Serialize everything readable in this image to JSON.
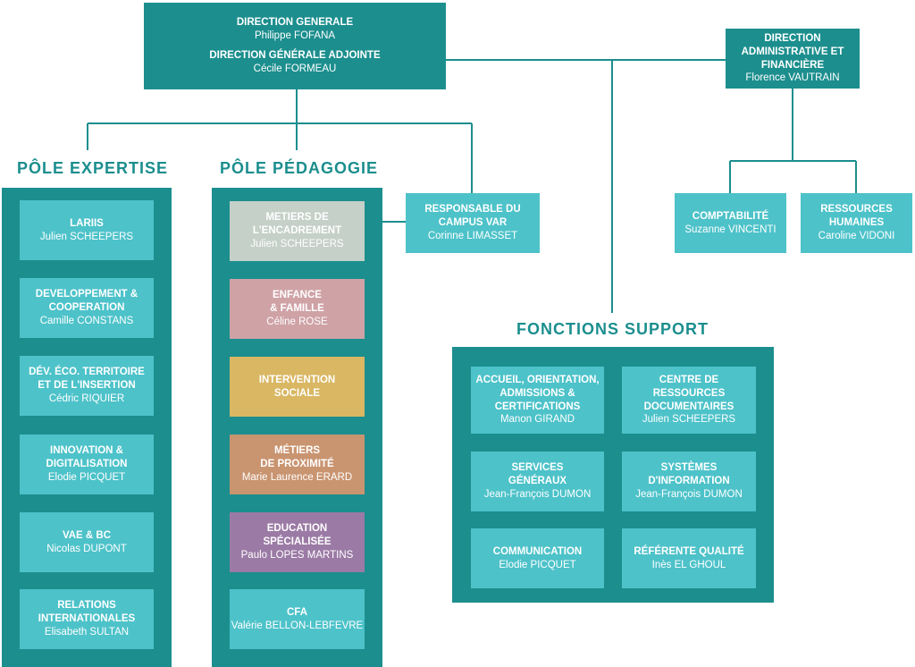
{
  "colors": {
    "dark_teal": "#1c8e8e",
    "light_teal": "#4dc2c9",
    "encadrement": "#c5d0c9",
    "enfance": "#cfa2a6",
    "intervention": "#d9b763",
    "proximite": "#c99470",
    "education": "#9b7aa5"
  },
  "top": {
    "direction_generale": {
      "title": "DIRECTION GENERALE",
      "name": "Philippe FOFANA"
    },
    "direction_adjointe": {
      "title": "DIRECTION GÉNÉRALE ADJOINTE",
      "name": "Cécile FORMEAU"
    },
    "daf": {
      "title": "DIRECTION\nADMINISTRATIVE ET\nFINANCIÈRE",
      "name": "Florence VAUTRAIN"
    }
  },
  "pole_expertise": {
    "heading": "PÔLE EXPERTISE",
    "items": [
      {
        "title": "LARIIS",
        "name": "Julien SCHEEPERS"
      },
      {
        "title": "DEVELOPPEMENT &\nCOOPERATION",
        "name": "Camille CONSTANS"
      },
      {
        "title": "DÉV. ÉCO. TERRITOIRE\nET DE L'INSERTION",
        "name": "Cédric RIQUIER"
      },
      {
        "title": "INNOVATION &\nDIGITALISATION",
        "name": "Elodie PICQUET"
      },
      {
        "title": "VAE & BC",
        "name": "Nicolas DUPONT"
      },
      {
        "title": "RELATIONS\nINTERNATIONALES",
        "name": "Elisabeth SULTAN"
      }
    ]
  },
  "pole_pedagogie": {
    "heading": "PÔLE PÉDAGOGIE",
    "items": [
      {
        "title": "METIERS DE\nL'ENCADREMENT",
        "name": "Julien SCHEEPERS"
      },
      {
        "title": "ENFANCE\n& FAMILLE",
        "name": "Céline ROSE"
      },
      {
        "title": "INTERVENTION\nSOCIALE",
        "name": ""
      },
      {
        "title": "MÉTIERS\nDE PROXIMITÉ",
        "name": "Marie Laurence ERARD"
      },
      {
        "title": "EDUCATION\nSPÉCIALISÉE",
        "name": "Paulo LOPES MARTINS"
      },
      {
        "title": "CFA",
        "name": "Valérie BELLON-LEBFEVRE"
      }
    ]
  },
  "campus_var": {
    "title": "RESPONSABLE DU\nCAMPUS VAR",
    "name": "Corinne LIMASSET"
  },
  "comptabilite": {
    "title": "COMPTABILITÉ",
    "name": "Suzanne VINCENTI"
  },
  "rh": {
    "title": "RESSOURCES\nHUMAINES",
    "name": "Caroline VIDONI"
  },
  "fonctions_support": {
    "heading": "FONCTIONS SUPPORT",
    "items": [
      {
        "title": "ACCUEIL, ORIENTATION,\nADMISSIONS &\nCERTIFICATIONS",
        "name": "Manon GIRAND"
      },
      {
        "title": "CENTRE DE RESSOURCES\nDOCUMENTAIRES",
        "name": "Julien SCHEEPERS"
      },
      {
        "title": "SERVICES\nGÉNÉRAUX",
        "name": "Jean-François DUMON"
      },
      {
        "title": "SYSTÈMES\nD'INFORMATION",
        "name": "Jean-François DUMON"
      },
      {
        "title": "COMMUNICATION",
        "name": "Elodie PICQUET"
      },
      {
        "title": "RÉFÉRENTE QUALITÉ",
        "name": "Inès EL GHOUL"
      }
    ]
  }
}
